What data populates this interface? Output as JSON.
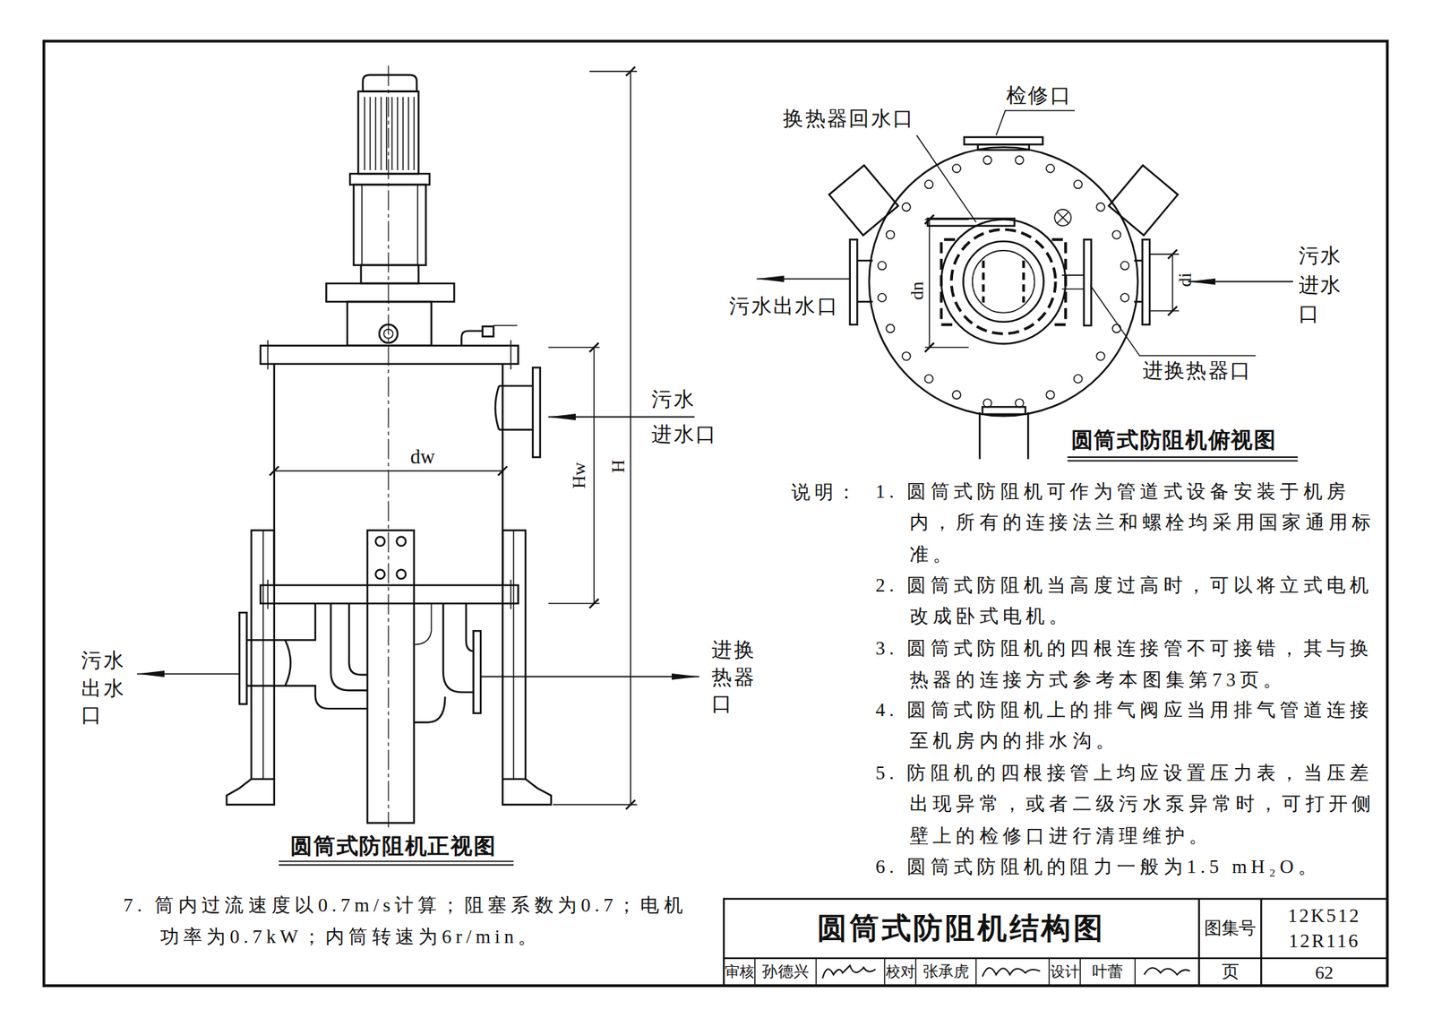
{
  "diagram": {
    "title": "圆筒式防阻机结构图",
    "labels": [
      "换热器回水口",
      "检修口",
      "污水出水口",
      "dn",
      "di",
      "污水 进水 口",
      "进换热器口",
      "圆筒式防阻机俯视图",
      "污水 进水口",
      "dw",
      "Hw",
      "H",
      "污水 出水 口",
      "进换 热器 口",
      "圆筒式防阻机正视图",
      "说明：",
      "1. 圆筒式防阻机可作为管道式设备安装于机房内，所有的连接法兰和螺栓均采用国家通用标准。",
      "2. 圆筒式防阻机当高度过高时，可以将立式电机改成卧式电机。",
      "3. 圆筒式防阻机的四根连接管不可接错，其与换热器的连接方式参考本图集第73页。",
      "4. 圆筒式防阻机上的排气阀应当用排气管道连接至机房内的排水沟。",
      "5. 防阻机的四根接管上均应设置压力表，当压差出现异常，或者二级污水泵异常时，可打开侧壁上的检修口进行清理维护。",
      "6. 圆筒式防阻机的阻力一般为1.5 mH₂O。",
      "7. 筒内过流速度以0.7m/s计算；阻塞系数为0.7；电机功率为0.7kW；内筒转速为6r/min。",
      "图集号",
      "12K512 12R116",
      "页",
      "62",
      "审核",
      "孙德兴",
      "校对",
      "张承虎",
      "设计",
      "叶蕾"
    ]
  }
}
